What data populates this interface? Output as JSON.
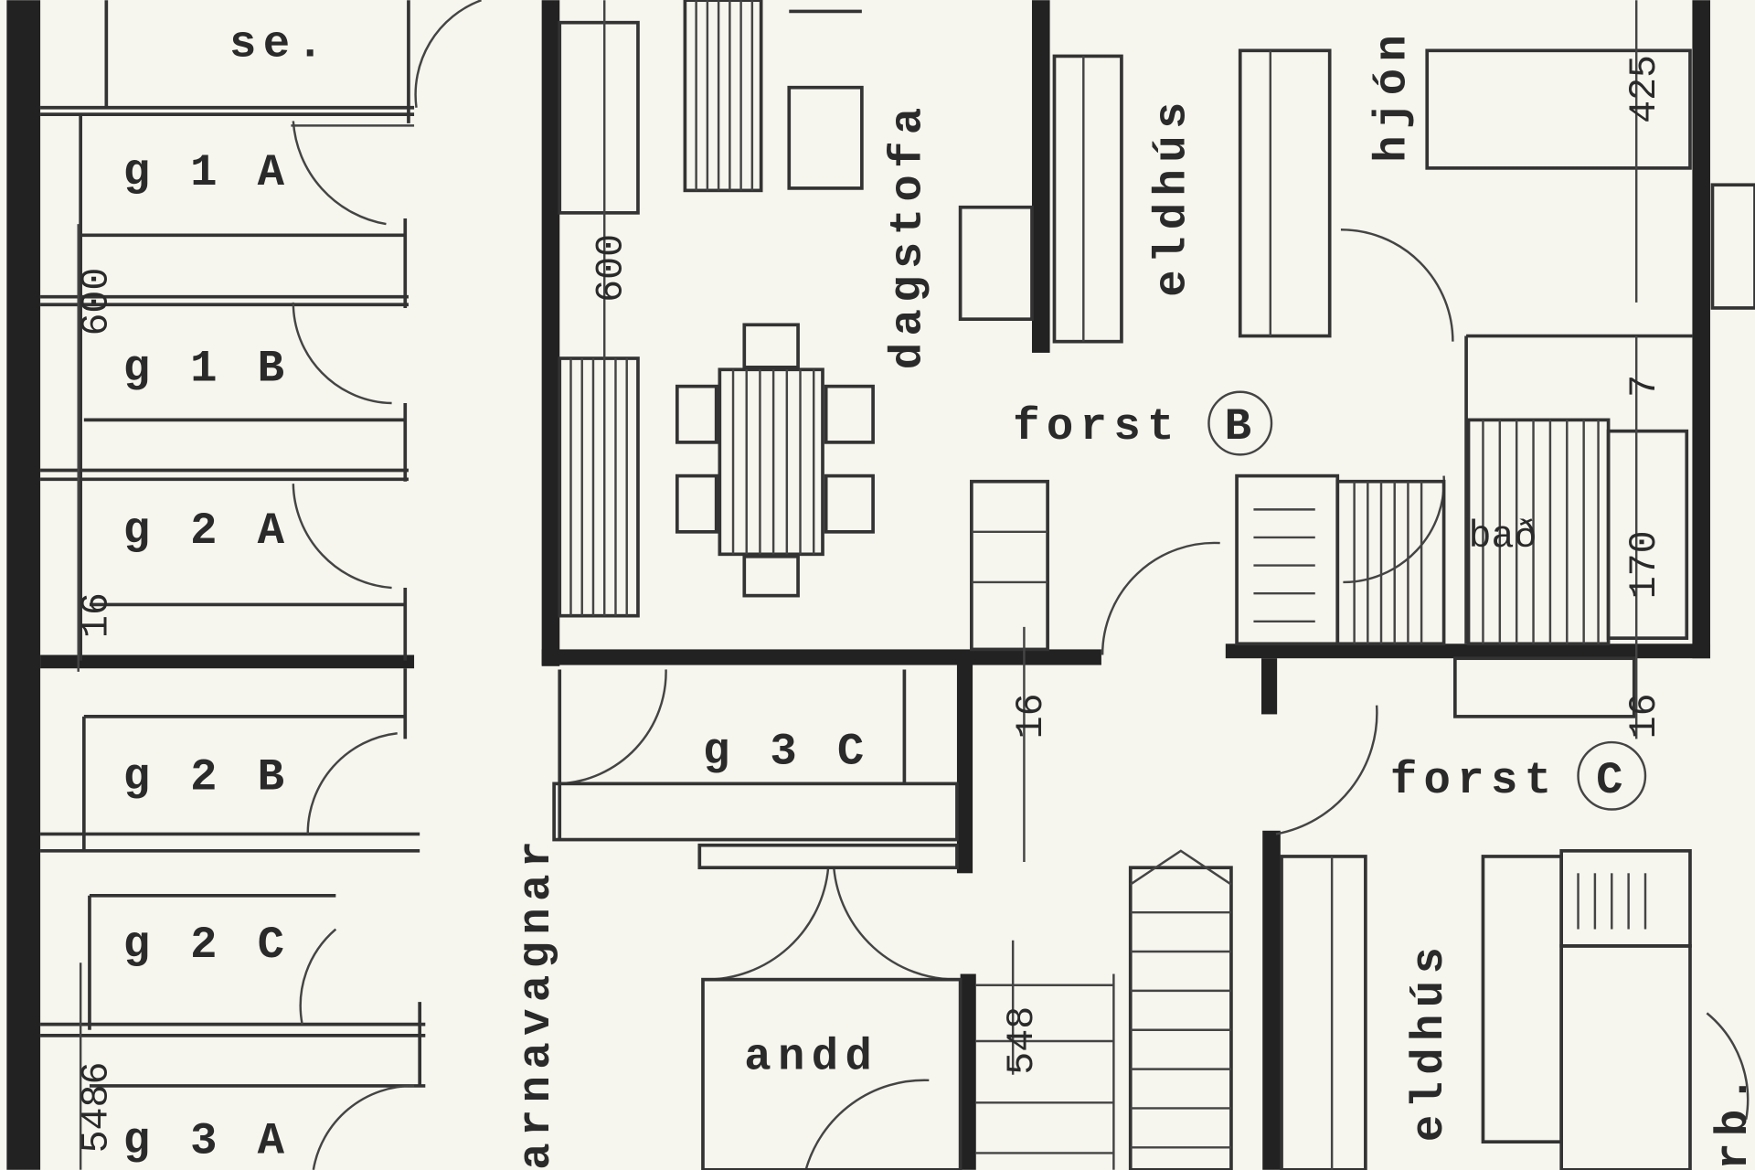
{
  "plan": {
    "rooms": {
      "top_left": "se.",
      "g1a": "g 1 A",
      "g1b": "g 1 B",
      "g2a": "g 2 A",
      "g2b": "g 2 B",
      "g2c": "g 2 C",
      "g3a": "g 3 A",
      "g3c": "g 3 C",
      "dagstofa": "dagstofa",
      "eldhus_top": "eldhús",
      "hjon": "hjón",
      "forst_b": "forst",
      "forst_b_mark": "B",
      "bad": "bað",
      "forst_c": "forst",
      "forst_c_mark": "C",
      "barnavagnar": "arnavagnar",
      "andd": "andd",
      "eldhus_bottom": "eldhús",
      "right_edge": "rb."
    },
    "dimensions": {
      "left_600": "600",
      "left_16": "16",
      "left_548": "5486",
      "living_600": "600",
      "bed_425": "425",
      "bath_7": "7",
      "bath_170": "170",
      "bath_16": "16",
      "hall_16": "16",
      "stair_548": "548"
    }
  }
}
